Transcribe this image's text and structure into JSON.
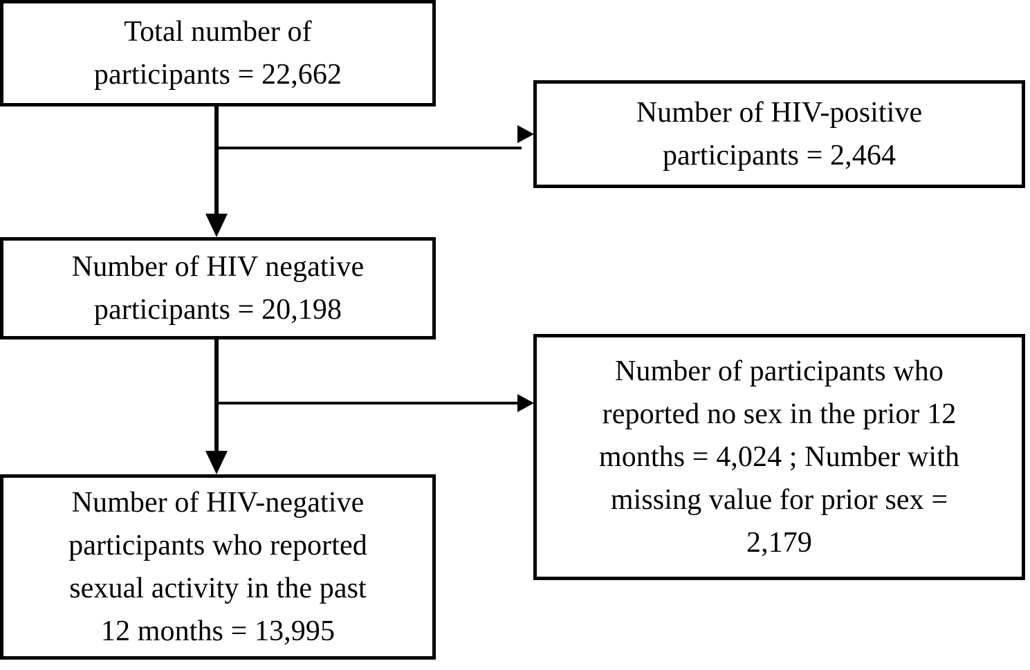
{
  "diagram": {
    "type": "participant-flow-chart",
    "title": "",
    "colors": {
      "box_border": "#000000",
      "box_fill": "#FFFFFF",
      "connector": "#000000",
      "text": "#000000",
      "background": "#FFFFFF"
    },
    "nodes": [
      {
        "id": "total",
        "name": "total-participants-box",
        "lines": [
          "Total number of",
          "participants = 22,662"
        ],
        "text": "Total number of participants = 22,662",
        "label": "Total number of participants",
        "value": "22,662",
        "count": 22662
      },
      {
        "id": "hiv_positive",
        "name": "hiv-positive-box",
        "lines": [
          "Number of HIV-positive",
          "participants = 2,464"
        ],
        "text": "Number of HIV-positive participants = 2,464",
        "label": "Number of HIV-positive participants",
        "value": "2,464",
        "count": 2464
      },
      {
        "id": "hiv_negative",
        "name": "hiv-negative-box",
        "lines": [
          "Number of HIV negative",
          "participants = 20,198"
        ],
        "text": "Number of HIV negative participants = 20,198",
        "label": "Number of HIV negative participants",
        "value": "20,198",
        "count": 20198
      },
      {
        "id": "excluded",
        "name": "excluded-no-sex-or-missing-box",
        "lines": [
          "Number of participants who",
          "reported no sex in the prior 12",
          "months = 4,024  ; Number with",
          "missing value for prior sex =",
          "2,179"
        ],
        "text": "Number of participants who reported no sex in the prior 12 months = 4,024 ; Number with missing value for prior sex = 2,179",
        "label_a": "Number of participants who reported no sex in the prior 12 months",
        "value_a": "4,024",
        "count_a": 4024,
        "label_b": "Number with missing value for prior sex",
        "value_b": "2,179",
        "count_b": 2179
      },
      {
        "id": "final",
        "name": "final-analytic-sample-box",
        "lines": [
          "Number of HIV-negative",
          "participants who reported",
          "sexual activity in the past",
          "12 months = 13,995"
        ],
        "text": "Number of HIV-negative participants who reported sexual activity in the past 12 months = 13,995",
        "label": "Number of HIV-negative participants who reported sexual activity in the past 12 months",
        "value": "13,995",
        "count": 13995
      }
    ],
    "edges": [
      {
        "id": "e1",
        "name": "edge-total-to-hiv-negative",
        "from": "total",
        "to": "hiv_negative",
        "direction": "down",
        "arrowhead": "filled-triangle"
      },
      {
        "id": "e2",
        "name": "edge-total-to-hiv-positive",
        "from": "total",
        "to": "hiv_positive",
        "direction": "right",
        "arrowhead": "filled-triangle"
      },
      {
        "id": "e3",
        "name": "edge-hiv-negative-to-final",
        "from": "hiv_negative",
        "to": "final",
        "direction": "down",
        "arrowhead": "filled-triangle"
      },
      {
        "id": "e4",
        "name": "edge-hiv-negative-to-excluded",
        "from": "hiv_negative",
        "to": "excluded",
        "direction": "right",
        "arrowhead": "filled-triangle"
      }
    ]
  }
}
